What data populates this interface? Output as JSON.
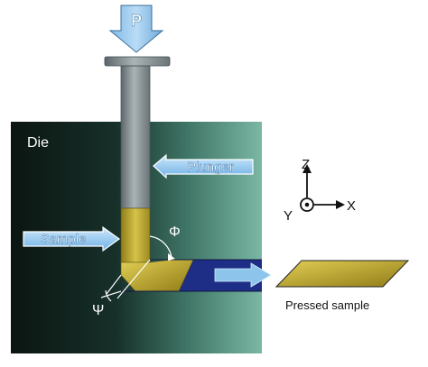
{
  "diagram": {
    "force_label": "P",
    "die_label": "Die",
    "plunger_label": "Plunger",
    "sample_label": "Sample",
    "phi_label": "Φ",
    "psi_label": "Ψ",
    "pressed_sample_label": "Pressed sample",
    "axes": {
      "z": "Z",
      "y": "Y",
      "x": "X"
    }
  },
  "colors": {
    "die_dark": "#0c1512",
    "die_light": "#6fae9a",
    "channel": "#1e2d86",
    "sample_gold": "#c8b23a",
    "plunger_gray": "#8c9698",
    "callout_fill": "#8cc4ec",
    "callout_stroke": "#ffffff"
  }
}
